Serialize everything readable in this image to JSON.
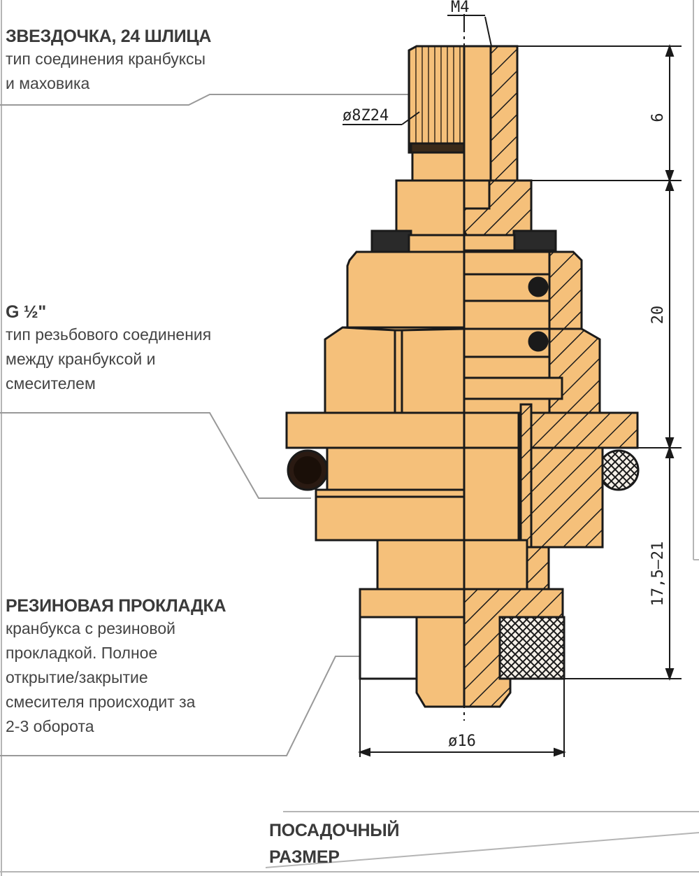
{
  "callouts": {
    "spline": {
      "title": "ЗВЕЗДОЧКА, 24 ШЛИЦА",
      "desc": [
        "тип соединения кранбуксы",
        "и маховика"
      ]
    },
    "thread": {
      "title": "G ½\"",
      "desc": [
        "тип резьбового соединения",
        "между кранбуксой и",
        "смесителем"
      ]
    },
    "gasket": {
      "title": "РЕЗИНОВАЯ ПРОКЛАДКА",
      "desc": [
        "кранбукса с резиновой",
        "прокладкой. Полное",
        "открытие/закрытие",
        "смесителя происходит за",
        "2-3 оборота"
      ]
    },
    "seat": {
      "title": [
        "ПОСАДОЧНЫЙ",
        "РАЗМЕР"
      ]
    }
  },
  "dimensions": {
    "thread_m": "M4",
    "spline_diameter": "ø8Z24",
    "height_top": "6",
    "height_middle": "20",
    "height_bottom": "17,5—21",
    "diameter_bottom": "ø16"
  },
  "colors": {
    "body": "#f5c07a",
    "outline": "#1a1a1a",
    "leader": "#999999",
    "frame": "#b5b5b5"
  }
}
